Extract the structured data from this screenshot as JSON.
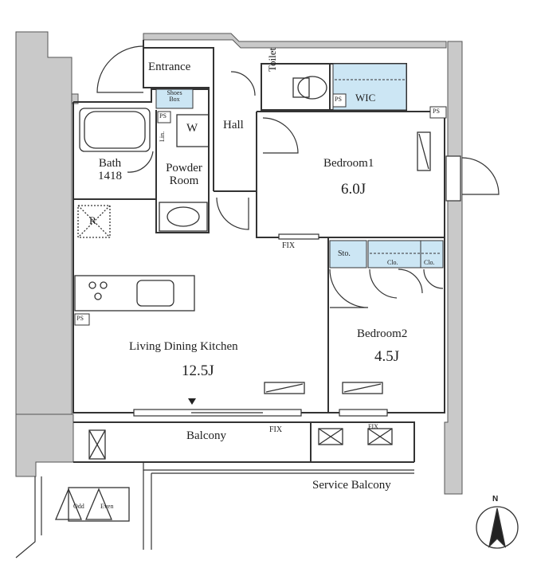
{
  "rooms": {
    "entrance": "Entrance",
    "shoes_box_line1": "Shoes",
    "shoes_box_line2": "Box",
    "toilet": "Toilet",
    "ps": "PS",
    "wic": "WIC",
    "hall": "Hall",
    "washer": "W",
    "lin": "Lin.",
    "bath": "Bath",
    "bath_size": "1418",
    "powder_room_line1": "Powder",
    "powder_room_line2": "Room",
    "refrigerator": "R",
    "bedroom1": "Bedroom1",
    "bedroom1_size": "6.0J",
    "fix": "FIX",
    "storage": "Sto.",
    "closet": "Clo.",
    "bedroom2": "Bedroom2",
    "bedroom2_size": "4.5J",
    "ldk": "Living Dining Kitchen",
    "ldk_size": "12.5J",
    "balcony": "Balcony",
    "service_balcony": "Service Balcony",
    "odd": "Odd",
    "even": "Even",
    "compass_n": "N",
    "small_fix": "FIX"
  },
  "colors": {
    "wall": "#c9c9c9",
    "line": "#333333",
    "storage_fill": "#cce6f4"
  }
}
